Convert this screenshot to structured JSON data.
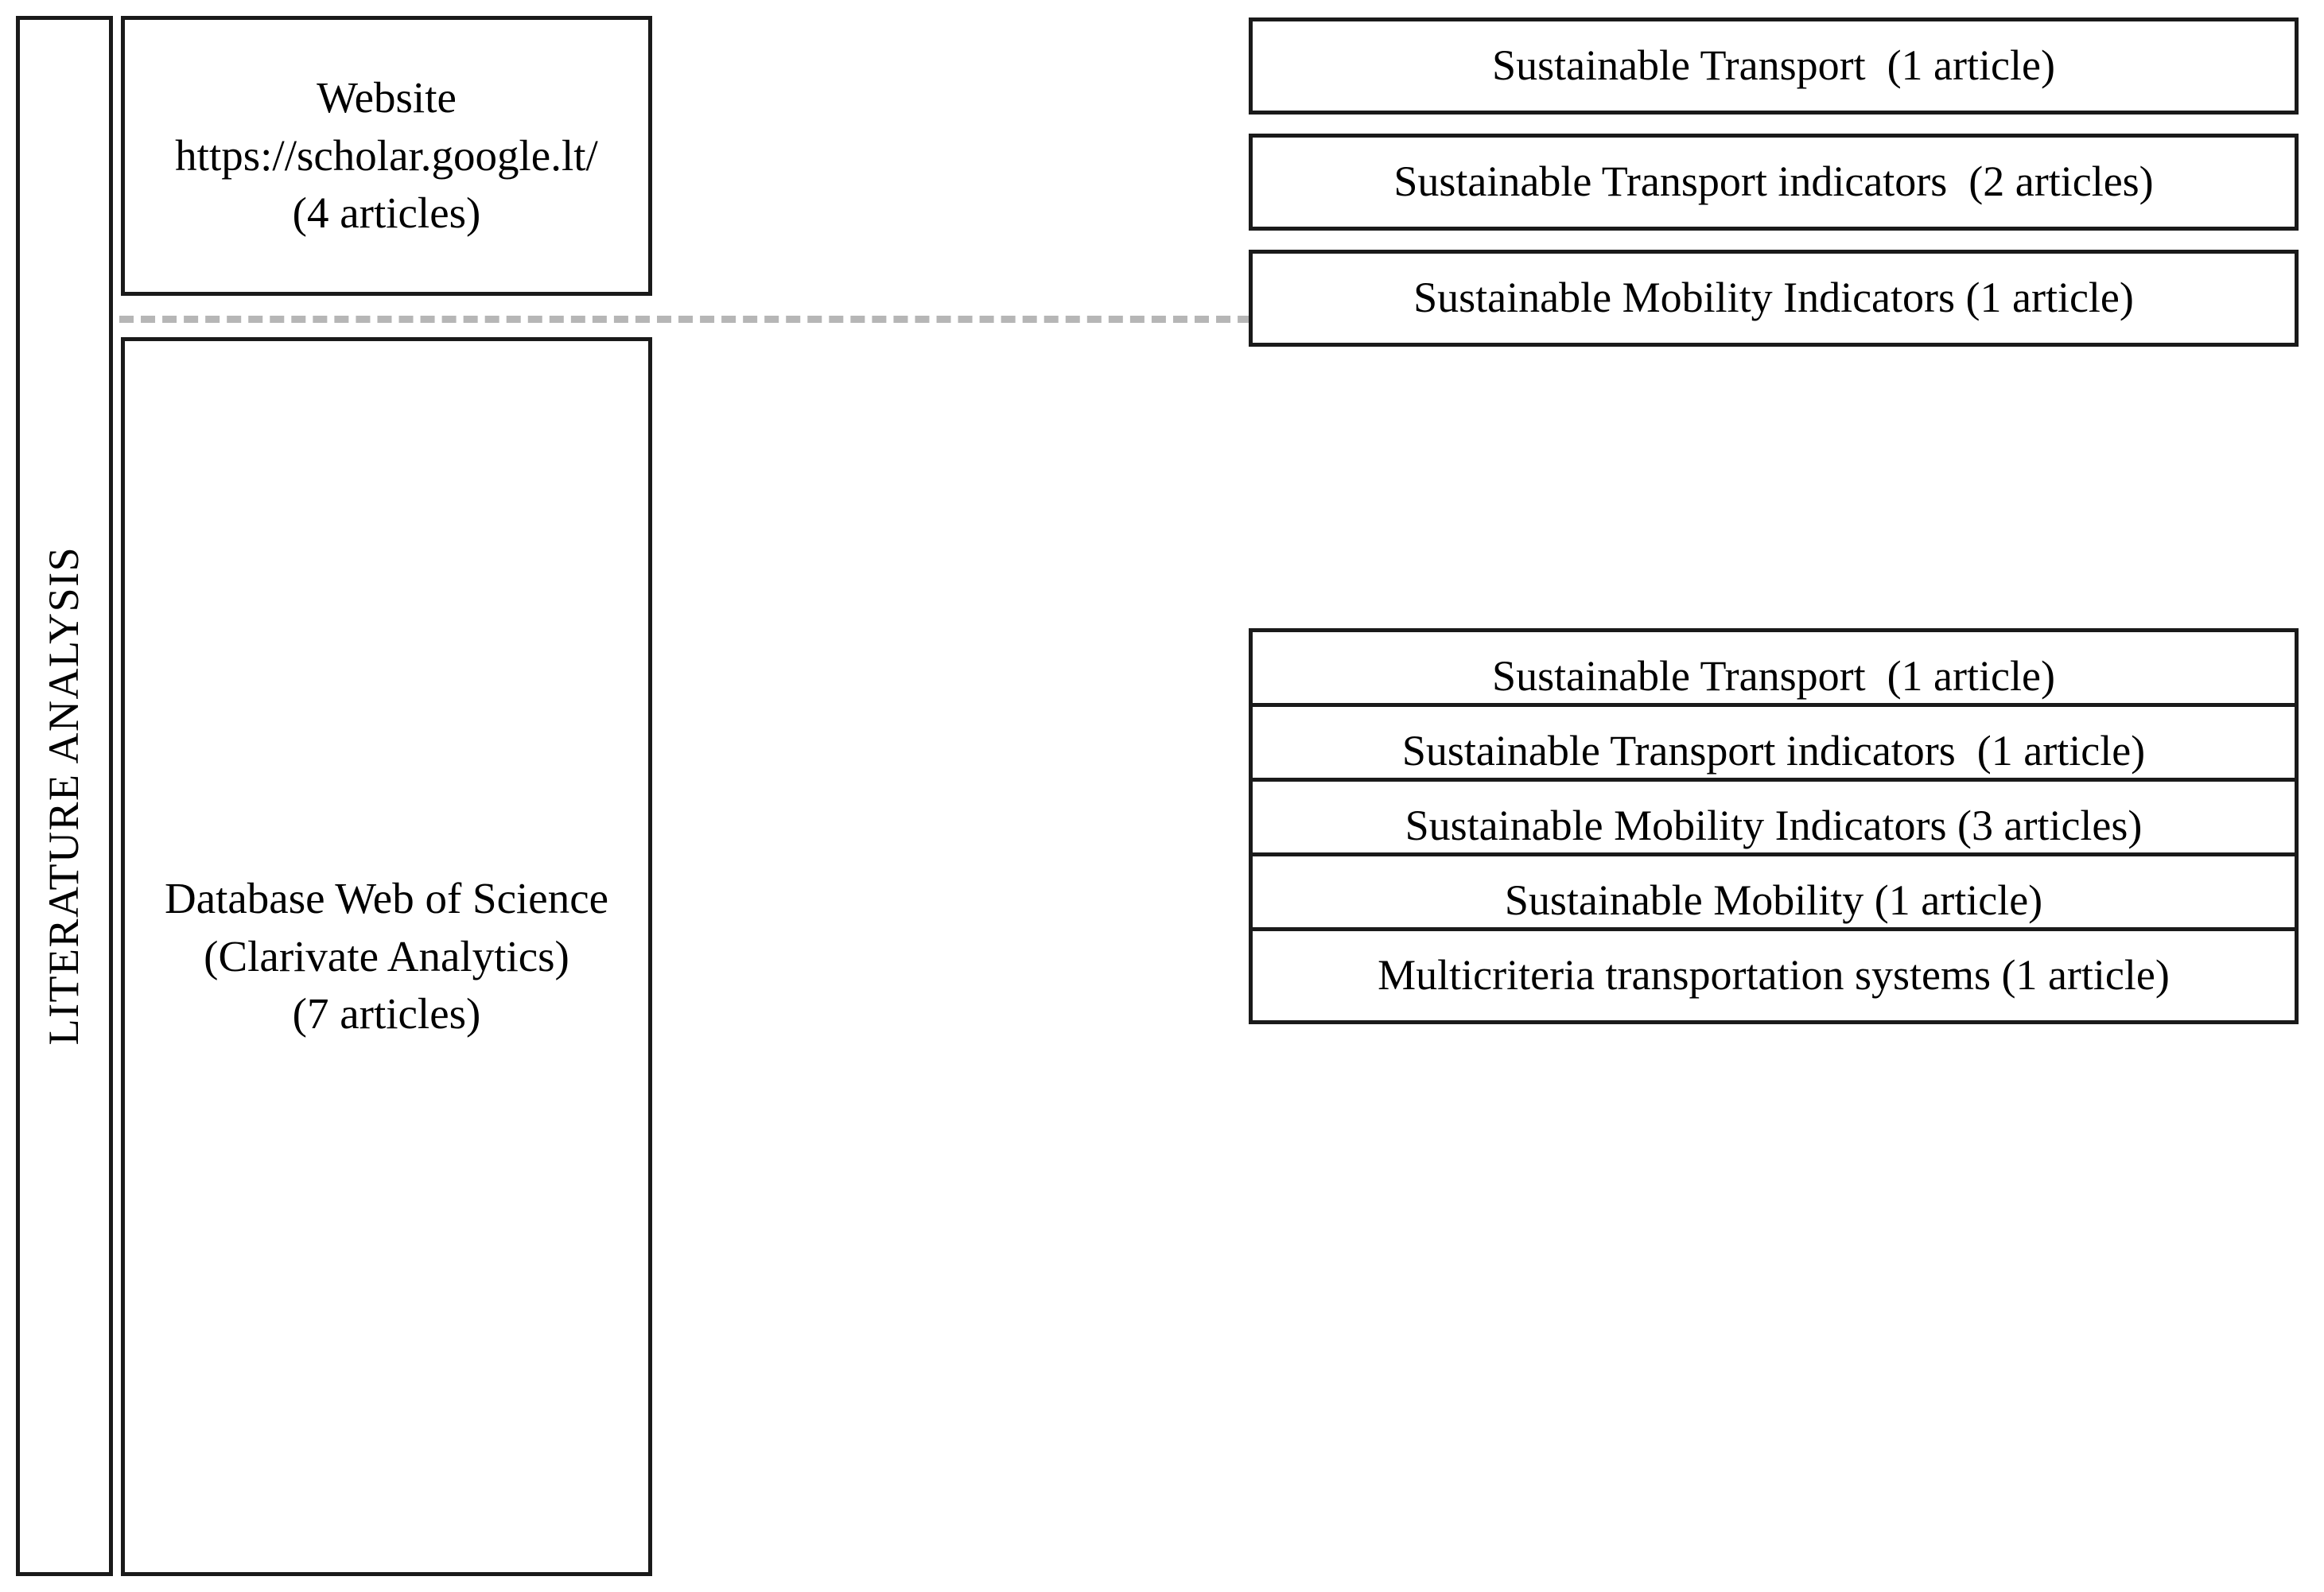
{
  "diagram": {
    "spine": {
      "label": "LITERATURE ANALYSIS"
    },
    "sources": [
      {
        "id": "website",
        "line1": "Website https://scholar.google.lt/",
        "line2": "(4 articles)",
        "topics": [
          {
            "label": "Sustainable Transport  (1 article)"
          },
          {
            "label": "Sustainable Transport indicators  (2 articles)"
          },
          {
            "label": "Sustainable Mobility Indicators (1 article)"
          }
        ]
      },
      {
        "id": "database",
        "line1": "Database Web of Science (Clarivate Analytics)",
        "line2": "(7 articles)",
        "topics": [
          {
            "label": "Sustainable Transport  (1 article)"
          },
          {
            "label": "Sustainable Transport indicators  (1 article)"
          },
          {
            "label": "Sustainable Mobility Indicators (3 articles)"
          },
          {
            "label": "Sustainable Mobility (1 article)"
          },
          {
            "label": "Multicriteria transportation systems (1 article)"
          }
        ]
      }
    ],
    "colors": {
      "border": "#1a1a1a",
      "separator": "#b6b6b6",
      "background": "#ffffff",
      "text": "#000000"
    }
  }
}
